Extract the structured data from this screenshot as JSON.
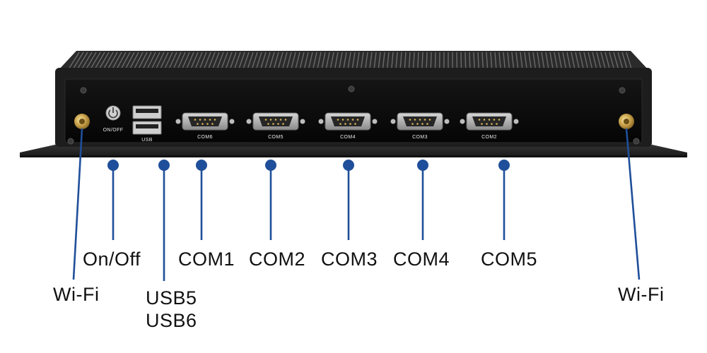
{
  "colors": {
    "callout": "#1f4f9a",
    "chassis": "#1d1d1d",
    "panel": "#0c0c0c",
    "metal": "#b9b9b9"
  },
  "device": {
    "power_button_text": "ON/OFF",
    "usb_text": "USB",
    "port_silkscreen": [
      "COM6",
      "COM5",
      "COM4",
      "COM3",
      "COM2"
    ]
  },
  "callouts": {
    "wifi_left": "Wi-Fi",
    "on_off": "On/Off",
    "usb5": "USB5",
    "usb6": "USB6",
    "com1": "COM1",
    "com2": "COM2",
    "com3": "COM3",
    "com4": "COM4",
    "com5": "COM5",
    "wifi_right": "Wi-Fi"
  }
}
